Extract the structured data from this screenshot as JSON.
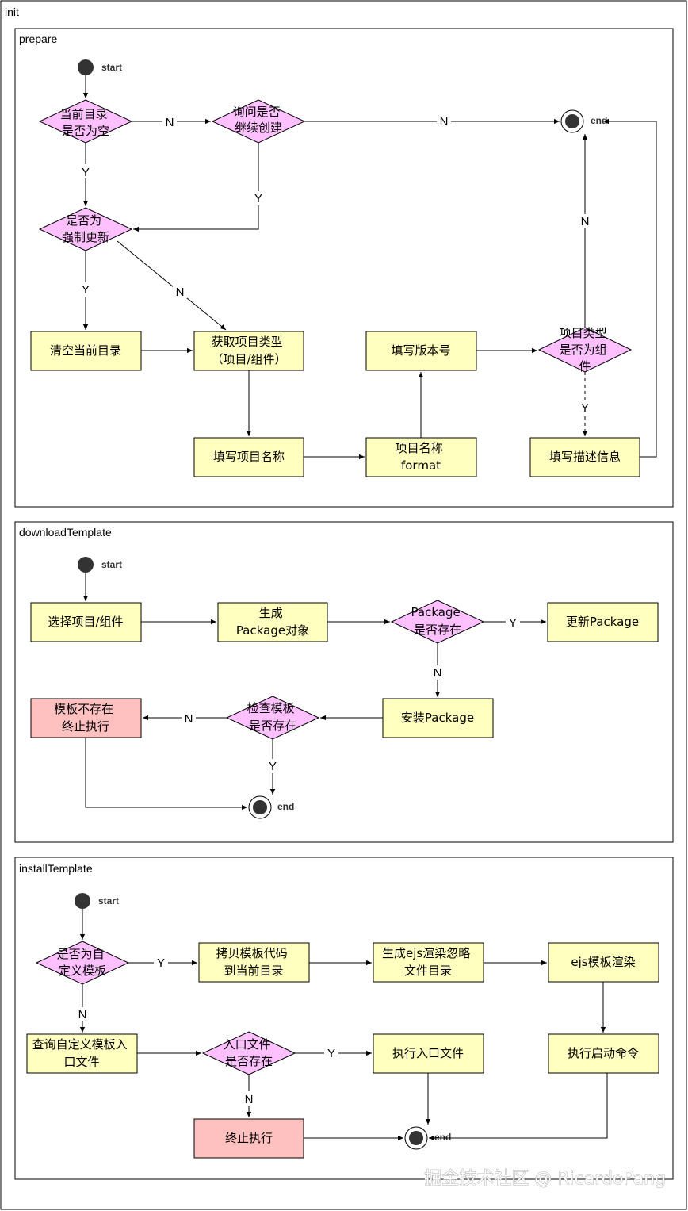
{
  "frames": {
    "init": "init",
    "prepare": "prepare",
    "download": "downloadTemplate",
    "install": "installTemplate"
  },
  "labels": {
    "start": "start",
    "end": "end",
    "yes": "Y",
    "no": "N"
  },
  "prepare": {
    "dir_empty": [
      "当前目录",
      "是否为空"
    ],
    "ask_continue": [
      "询问是否",
      "继续创建"
    ],
    "force_update": [
      "是否为",
      "强制更新"
    ],
    "clear_dir": [
      "清空当前目录"
    ],
    "get_type": [
      "获取项目类型",
      "（项目/组件）"
    ],
    "fill_name": [
      "填写项目名称"
    ],
    "name_format": [
      "项目名称",
      "format"
    ],
    "fill_version": [
      "填写版本号"
    ],
    "is_component": [
      "项目类型",
      "是否为组",
      "件"
    ],
    "fill_desc": [
      "填写描述信息"
    ]
  },
  "download": {
    "select": [
      "选择项目/组件"
    ],
    "generate": [
      "生成",
      "Package对象"
    ],
    "pkg_exists": [
      "Package",
      "是否存在"
    ],
    "update_pkg": [
      "更新Package"
    ],
    "install_pkg": [
      "安装Package"
    ],
    "check_tpl": [
      "检查模板",
      "是否存在"
    ],
    "tpl_missing": [
      "模板不存在",
      "终止执行"
    ]
  },
  "install": {
    "is_custom": [
      "是否为自",
      "定义模板"
    ],
    "copy_code": [
      "拷贝模板代码",
      "到当前目录"
    ],
    "gen_ignore": [
      "生成ejs渲染忽略",
      "文件目录"
    ],
    "ejs_render": [
      "ejs模板渲染"
    ],
    "query_entry": [
      "查询自定义模板入",
      "口文件"
    ],
    "entry_exists": [
      "入口文件",
      "是否存在"
    ],
    "run_entry": [
      "执行入口文件"
    ],
    "run_start": [
      "执行启动命令"
    ],
    "terminate": [
      "终止执行"
    ]
  },
  "watermark": "掘金技术社区 @ RicardoPang",
  "colors": {
    "process_fill": "#ffffc0",
    "decision_fill": "#ffc0ff",
    "terminate_fill": "#ffc0c0"
  }
}
